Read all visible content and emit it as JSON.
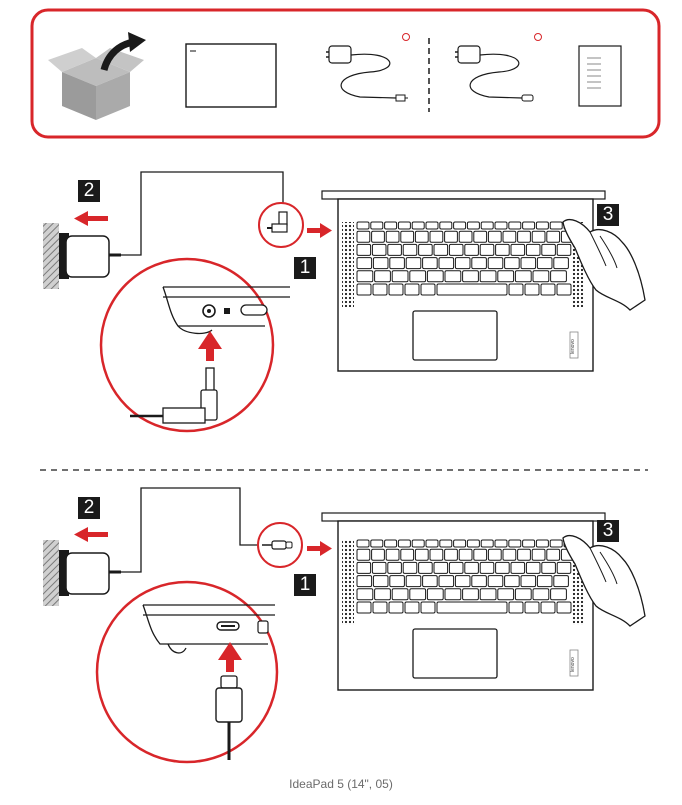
{
  "colors": {
    "accent_red": "#d8262a",
    "line": "#1a1a1a",
    "gray": "#9a9a9a"
  },
  "top_panel": {
    "items": [
      "open-box-icon",
      "laptop-lid-icon",
      "barrel-adapter-icon",
      "usb-c-adapter-icon",
      "document-icon"
    ]
  },
  "section_a": {
    "connector": "barrel-connector",
    "steps": {
      "s1": "1",
      "s2": "2",
      "s3": "3"
    }
  },
  "section_b": {
    "connector": "usb-c-connector",
    "steps": {
      "s1": "1",
      "s2": "2",
      "s3": "3"
    }
  },
  "footer": {
    "model": "IdeaPad 5 (14\", 05)"
  }
}
